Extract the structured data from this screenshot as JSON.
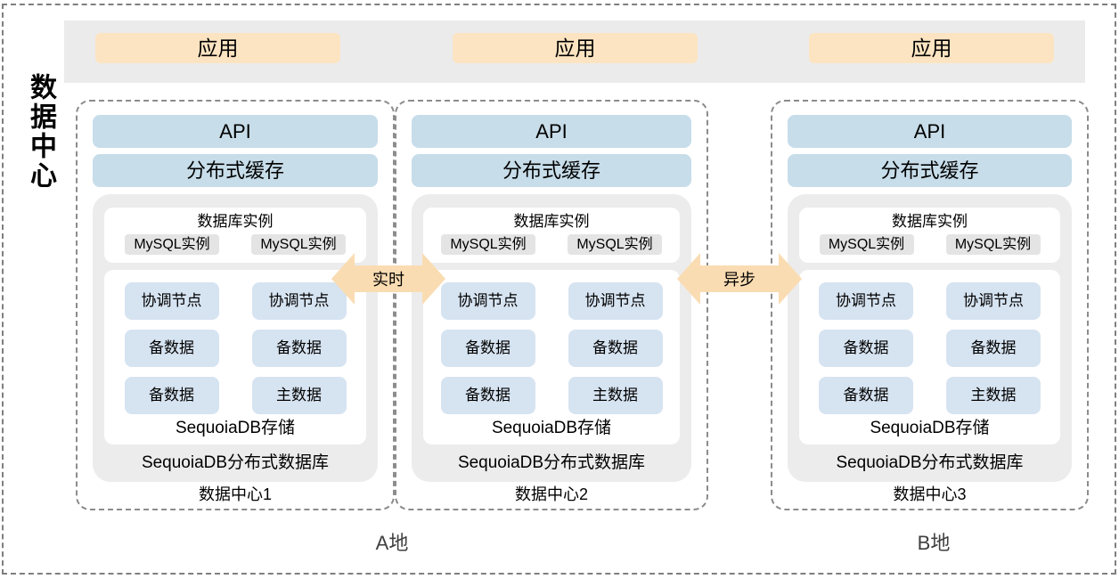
{
  "colors": {
    "bar-blue": "#c7dde9",
    "node-blue": "#d6e3f1",
    "app-orange": "#fce4c2",
    "arrow-orange": "#fadcb2",
    "panel-gray": "#ececec",
    "pill-gray": "#e4e4e4",
    "topbar-gray": "#ebebeb",
    "border-gray": "#8c8c8c"
  },
  "page": {
    "vertical_title": "数据中心",
    "region_a": "A地",
    "region_b": "B地"
  },
  "app_layer": {
    "boxes": [
      "应用",
      "应用",
      "应用"
    ]
  },
  "links": {
    "realtime": "实时",
    "async": "异步"
  },
  "datacenters": [
    {
      "name": "数据中心1",
      "api": "API",
      "cache": "分布式缓存",
      "instance_title": "数据库实例",
      "mysql": [
        "MySQL实例",
        "MySQL实例"
      ],
      "nodes": [
        "协调节点",
        "协调节点",
        "备数据",
        "备数据",
        "备数据",
        "主数据"
      ],
      "storage": "SequoiaDB存储",
      "cluster": "SequoiaDB分布式数据库"
    },
    {
      "name": "数据中心2",
      "api": "API",
      "cache": "分布式缓存",
      "instance_title": "数据库实例",
      "mysql": [
        "MySQL实例",
        "MySQL实例"
      ],
      "nodes": [
        "协调节点",
        "协调节点",
        "备数据",
        "备数据",
        "备数据",
        "主数据"
      ],
      "storage": "SequoiaDB存储",
      "cluster": "SequoiaDB分布式数据库"
    },
    {
      "name": "数据中心3",
      "api": "API",
      "cache": "分布式缓存",
      "instance_title": "数据库实例",
      "mysql": [
        "MySQL实例",
        "MySQL实例"
      ],
      "nodes": [
        "协调节点",
        "协调节点",
        "备数据",
        "备数据",
        "备数据",
        "主数据"
      ],
      "storage": "SequoiaDB存储",
      "cluster": "SequoiaDB分布式数据库"
    }
  ]
}
